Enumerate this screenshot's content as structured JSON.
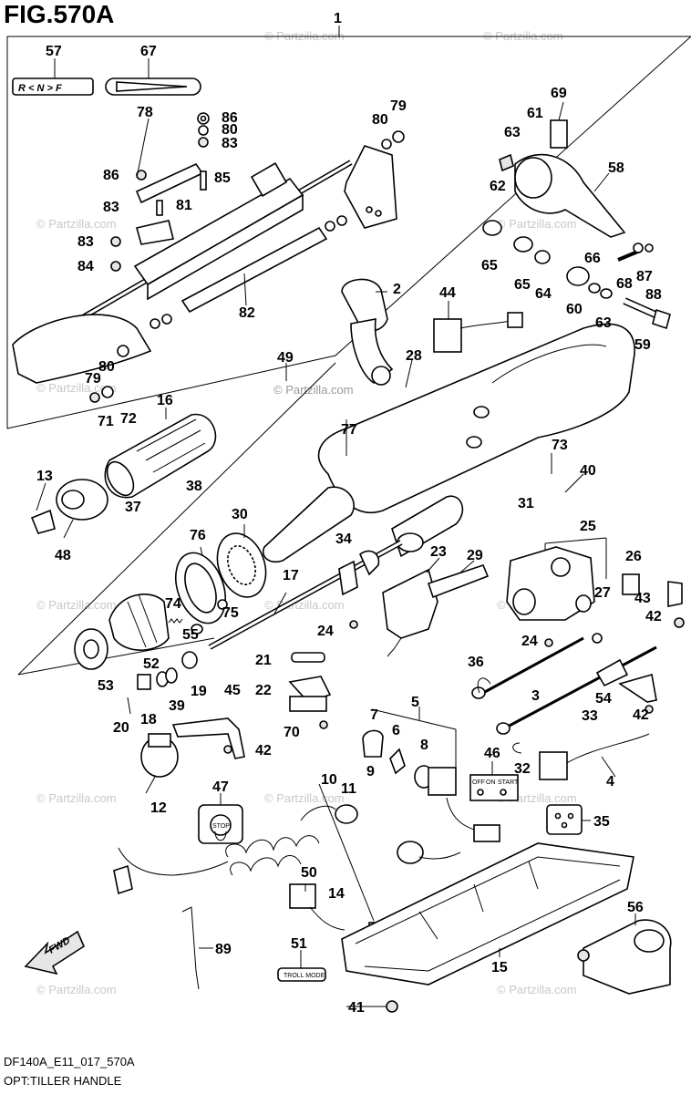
{
  "figure": {
    "title": "FIG.570A",
    "code": "DF140A_E11_017_570A",
    "caption": "OPT:TILLER HANDLE"
  },
  "watermark": "© Partzilla.com",
  "labels": {
    "gear_indicator": "R < N > F",
    "switch_panel": [
      "OFF",
      "ON",
      "START"
    ],
    "stop_plate": "STOP",
    "troll_mode": "TROLL MODE",
    "fwd_arrow": "FWD"
  },
  "callouts": [
    "1",
    "2",
    "3",
    "4",
    "5",
    "6",
    "7",
    "8",
    "9",
    "10",
    "11",
    "12",
    "13",
    "14",
    "15",
    "16",
    "17",
    "18",
    "19",
    "20",
    "21",
    "22",
    "23",
    "24",
    "25",
    "26",
    "27",
    "28",
    "29",
    "30",
    "31",
    "32",
    "33",
    "34",
    "35",
    "36",
    "37",
    "38",
    "39",
    "40",
    "41",
    "42",
    "43",
    "44",
    "45",
    "46",
    "47",
    "48",
    "49",
    "50",
    "51",
    "52",
    "53",
    "54",
    "55",
    "56",
    "57",
    "58",
    "59",
    "60",
    "61",
    "62",
    "63",
    "64",
    "65",
    "66",
    "67",
    "68",
    "69",
    "70",
    "71",
    "72",
    "73",
    "74",
    "75",
    "76",
    "77",
    "78",
    "79",
    "80",
    "81",
    "82",
    "83",
    "84",
    "85",
    "86",
    "87",
    "88",
    "89"
  ],
  "colors": {
    "line": "#000000",
    "watermark": "#c8c8c8",
    "fill": "#ffffff"
  }
}
